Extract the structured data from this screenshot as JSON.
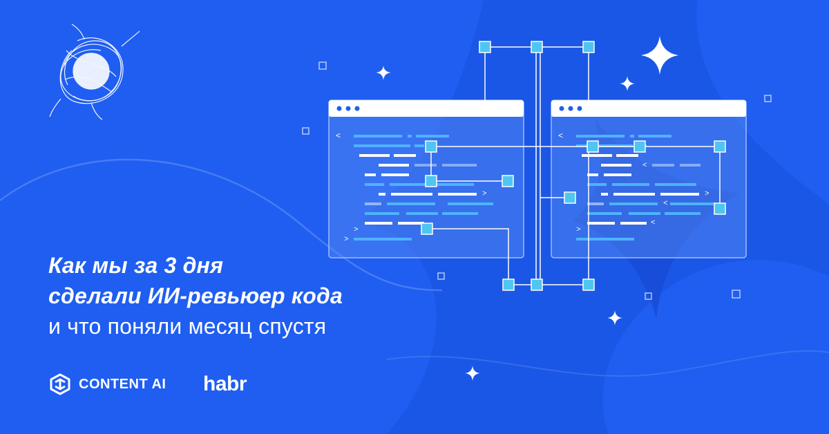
{
  "headline": {
    "line1": "Как мы за 3 дня",
    "line2": "сделали ИИ-ревьюер кода",
    "line3": "и что поняли месяц спустя"
  },
  "brands": {
    "content_ai": "CONTENT AI",
    "habr": "habr"
  },
  "colors": {
    "background": "#1f5ef0",
    "accent_node": "#4fc6f2",
    "code_line_blue": "#4fb3ff",
    "white": "#ffffff"
  },
  "icons": [
    "scribble-logo-icon",
    "content-ai-logo-icon",
    "sparkle-icon",
    "code-window-icon"
  ]
}
